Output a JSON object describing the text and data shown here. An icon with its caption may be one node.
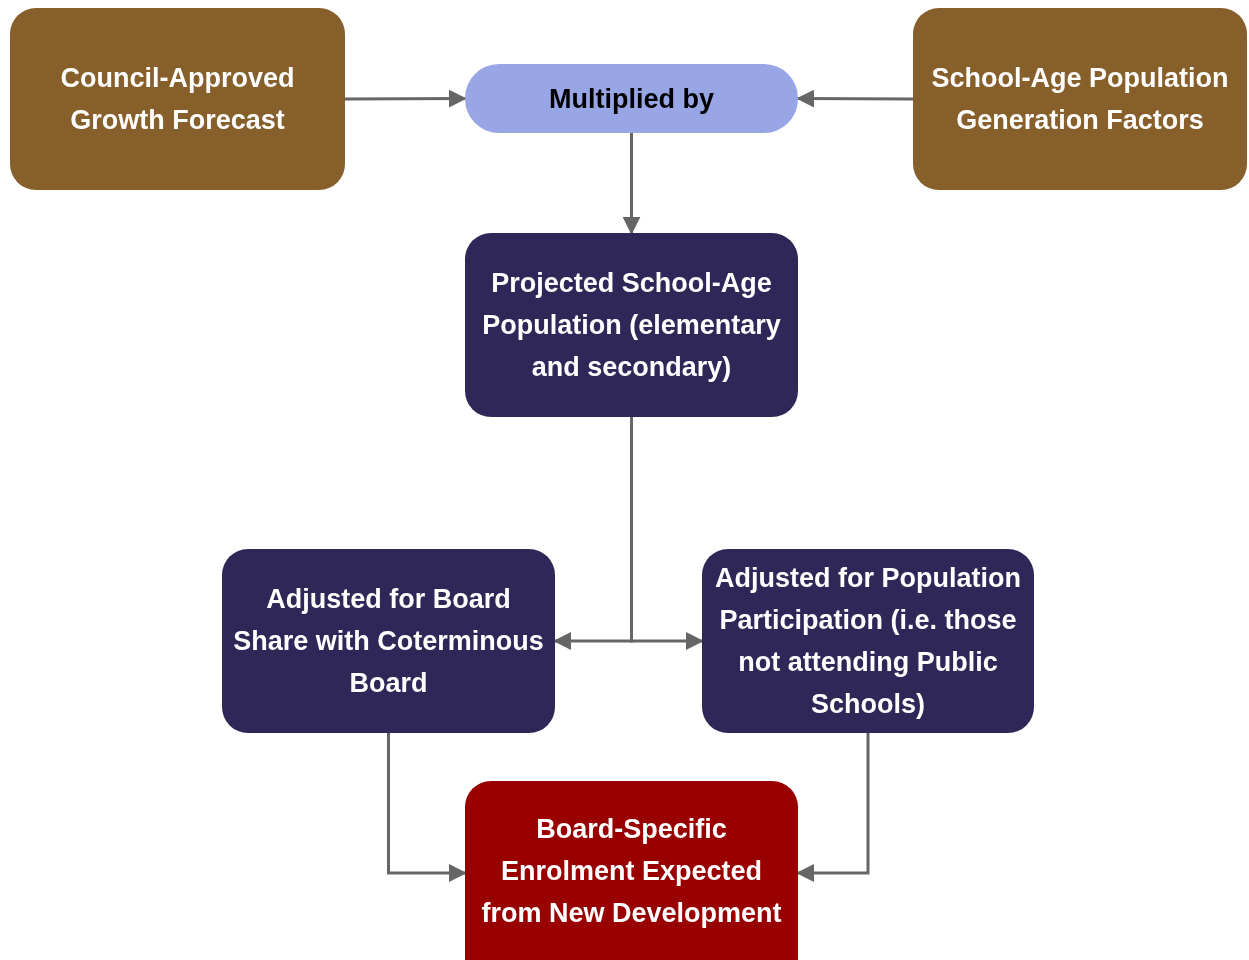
{
  "diagram": {
    "nodes": [
      {
        "text": [
          "Council-Approved Growth Forecast"
        ]
      },
      {
        "text": [
          "Multiplied by"
        ]
      },
      {
        "text": [
          "School-Age Population Generation Factors"
        ]
      },
      {
        "text": [
          "Projected School-Age Population (elementary and secondary)"
        ]
      },
      {
        "text": [
          "Adjusted for Board Share with Coterminous Board"
        ]
      },
      {
        "text": [
          "Adjusted for Population Participation (i.e. those not attending Public Schools)"
        ]
      },
      {
        "text": [
          "Board-Specific Enrolment Expected from New Development"
        ]
      }
    ],
    "edges": [
      {
        "from": 0,
        "to": 1,
        "arrow": "to"
      },
      {
        "from": 2,
        "to": 1,
        "arrow": "to"
      },
      {
        "from": 1,
        "to": 3,
        "arrow": "to"
      },
      {
        "from": 3,
        "to": 4,
        "arrow": "to"
      },
      {
        "from": 3,
        "to": 5,
        "arrow": "to"
      },
      {
        "from": 4,
        "to": 6,
        "arrow": "to"
      },
      {
        "from": 5,
        "to": 6,
        "arrow": "to"
      }
    ]
  }
}
